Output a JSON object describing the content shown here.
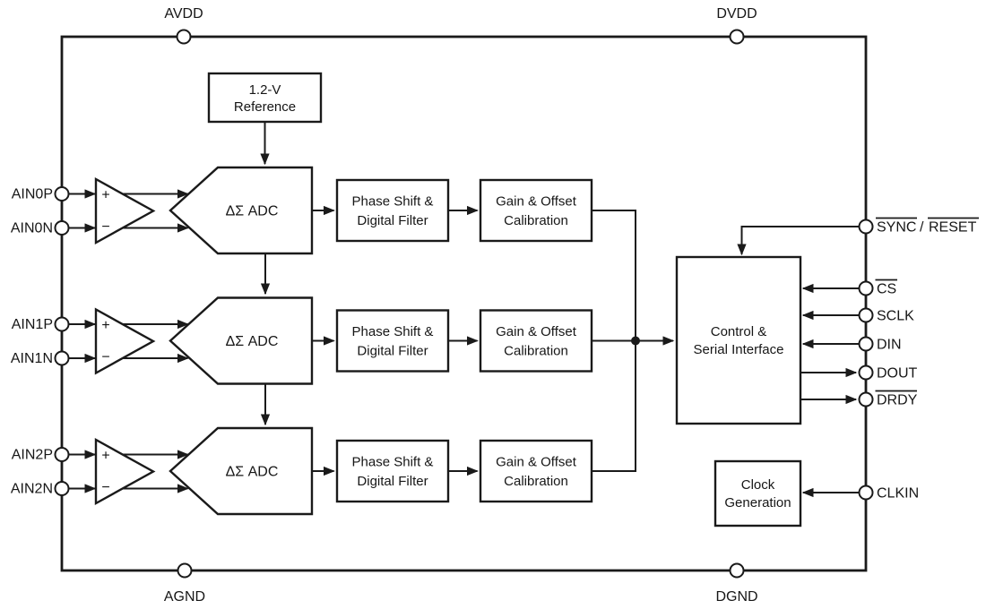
{
  "chip": {
    "top_pins": {
      "avdd": "AVDD",
      "dvdd": "DVDD"
    },
    "bottom_pins": {
      "agnd": "AGND",
      "dgnd": "DGND"
    },
    "left_pins": [
      "AIN0P",
      "AIN0N",
      "AIN1P",
      "AIN1N",
      "AIN2P",
      "AIN2N"
    ],
    "right_pins": {
      "sync": "SYNC",
      "sync_separator": "/",
      "reset": "RESET",
      "cs": "CS",
      "sclk": "SCLK",
      "din": "DIN",
      "dout": "DOUT",
      "drdy": "DRDY",
      "clkin": "CLKIN"
    },
    "reference_block": {
      "line1": "1.2-V",
      "line2": "Reference"
    },
    "control_block": {
      "line1": "Control &",
      "line2": "Serial Interface"
    },
    "clock_block": {
      "line1": "Clock",
      "line2": "Generation"
    },
    "channels": [
      {
        "amp_plus": "+",
        "amp_minus": "−",
        "adc_label": "ΔΣ ADC",
        "filter_line1": "Phase Shift &",
        "filter_line2": "Digital Filter",
        "cal_line1": "Gain & Offset",
        "cal_line2": "Calibration"
      },
      {
        "amp_plus": "+",
        "amp_minus": "−",
        "adc_label": "ΔΣ ADC",
        "filter_line1": "Phase Shift &",
        "filter_line2": "Digital Filter",
        "cal_line1": "Gain & Offset",
        "cal_line2": "Calibration"
      },
      {
        "amp_plus": "+",
        "amp_minus": "−",
        "adc_label": "ΔΣ ADC",
        "filter_line1": "Phase Shift &",
        "filter_line2": "Digital Filter",
        "cal_line1": "Gain & Offset",
        "cal_line2": "Calibration"
      }
    ],
    "colors": {
      "line": "#1a1a1a",
      "background": "#ffffff"
    }
  }
}
